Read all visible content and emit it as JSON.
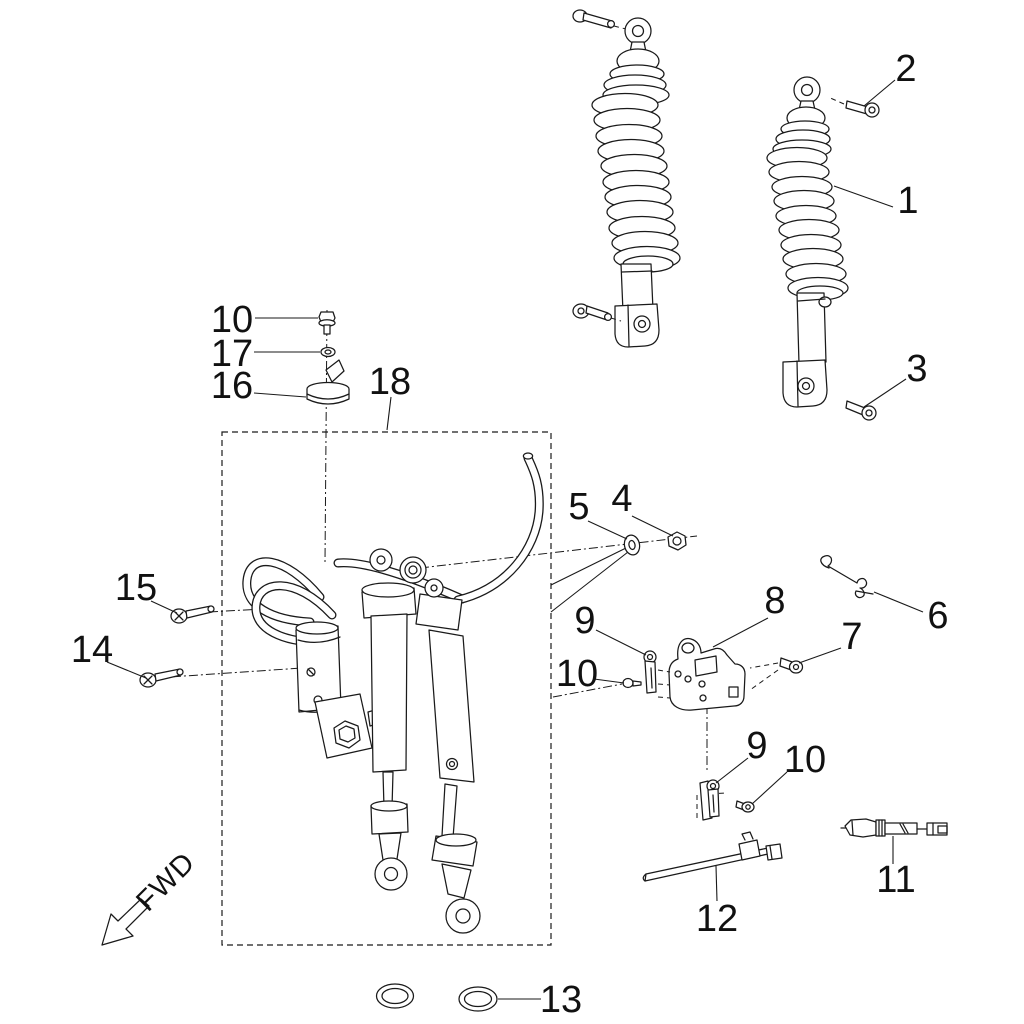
{
  "canvas": {
    "background": "#ffffff",
    "line_color": "#1a1a1a"
  },
  "diagram": {
    "kind": "exploded-parts-diagram",
    "direction_label": "FWD",
    "callouts": [
      {
        "label": "1"
      },
      {
        "label": "2"
      },
      {
        "label": "3"
      },
      {
        "label": "4"
      },
      {
        "label": "5"
      },
      {
        "label": "6"
      },
      {
        "label": "7"
      },
      {
        "label": "8"
      },
      {
        "label": "9"
      },
      {
        "label": "10"
      },
      {
        "label": "11"
      },
      {
        "label": "12"
      },
      {
        "label": "13"
      },
      {
        "label": "14"
      },
      {
        "label": "15"
      },
      {
        "label": "16"
      },
      {
        "label": "17"
      },
      {
        "label": "18"
      },
      {
        "label": "10"
      },
      {
        "label": "9"
      },
      {
        "label": "10"
      }
    ]
  }
}
